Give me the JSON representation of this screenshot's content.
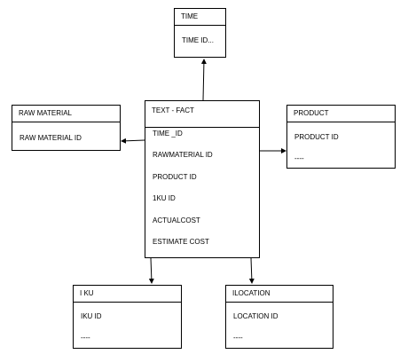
{
  "entities": {
    "time": {
      "title": "TIME",
      "attrs": [
        "TIME ID..."
      ]
    },
    "raw_material": {
      "title": "RAW MATERIAL",
      "attrs": [
        "RAW MATERIAL ID"
      ]
    },
    "fact": {
      "title": "TEXT - FACT",
      "attrs": [
        "TIME _ID",
        "RAWMATERIAL ID",
        "PRODUCT ID",
        "1KU ID",
        "ACTUALCOST",
        "ESTIMATE COST"
      ]
    },
    "product": {
      "title": "PRODUCT",
      "attrs": [
        "PRODUCT ID",
        "----"
      ]
    },
    "iku": {
      "title": "I KU",
      "attrs": [
        "IKU ID",
        "----"
      ]
    },
    "location": {
      "title": "ILOCATION",
      "attrs": [
        "LOCATION ID",
        "----"
      ]
    }
  },
  "colors": {
    "line": "#000000",
    "box_border": "#000000",
    "background": "#ffffff"
  }
}
